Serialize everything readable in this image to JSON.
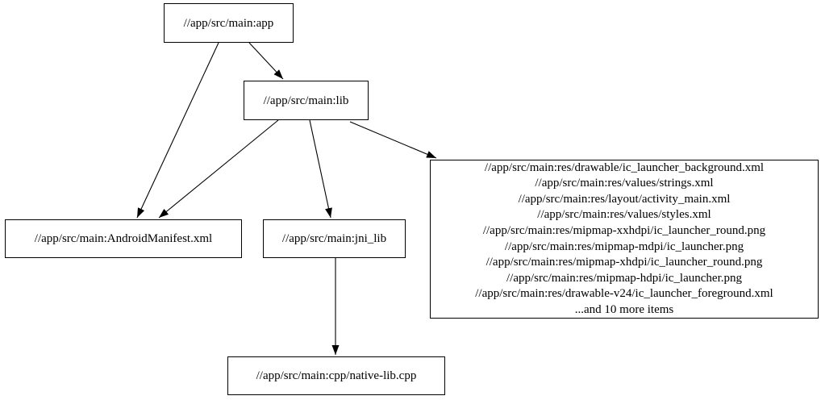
{
  "diagram": {
    "type": "dependency-graph",
    "colors": {
      "background": "#ffffff",
      "node_border": "#000000",
      "node_fill": "#ffffff",
      "text": "#000000",
      "edge": "#000000"
    },
    "nodes": {
      "app": {
        "label": "//app/src/main:app"
      },
      "lib": {
        "label": "//app/src/main:lib"
      },
      "manifest": {
        "label": "//app/src/main:AndroidManifest.xml"
      },
      "jni_lib": {
        "label": "//app/src/main:jni_lib"
      },
      "cpp": {
        "label": "//app/src/main:cpp/native-lib.cpp"
      },
      "resources": {
        "lines": [
          "//app/src/main:res/drawable/ic_launcher_background.xml",
          "//app/src/main:res/values/strings.xml",
          "//app/src/main:res/layout/activity_main.xml",
          "//app/src/main:res/values/styles.xml",
          "//app/src/main:res/mipmap-xxhdpi/ic_launcher_round.png",
          "//app/src/main:res/mipmap-mdpi/ic_launcher.png",
          "//app/src/main:res/mipmap-xhdpi/ic_launcher_round.png",
          "//app/src/main:res/mipmap-hdpi/ic_launcher.png",
          "//app/src/main:res/drawable-v24/ic_launcher_foreground.xml",
          "...and 10 more items"
        ]
      }
    },
    "edges": [
      {
        "from": "//app/src/main:app",
        "to": "//app/src/main:lib"
      },
      {
        "from": "//app/src/main:app",
        "to": "//app/src/main:AndroidManifest.xml"
      },
      {
        "from": "//app/src/main:lib",
        "to": "//app/src/main:AndroidManifest.xml"
      },
      {
        "from": "//app/src/main:lib",
        "to": "//app/src/main:jni_lib"
      },
      {
        "from": "//app/src/main:lib",
        "to": "resources-group"
      },
      {
        "from": "//app/src/main:jni_lib",
        "to": "//app/src/main:cpp/native-lib.cpp"
      }
    ]
  }
}
